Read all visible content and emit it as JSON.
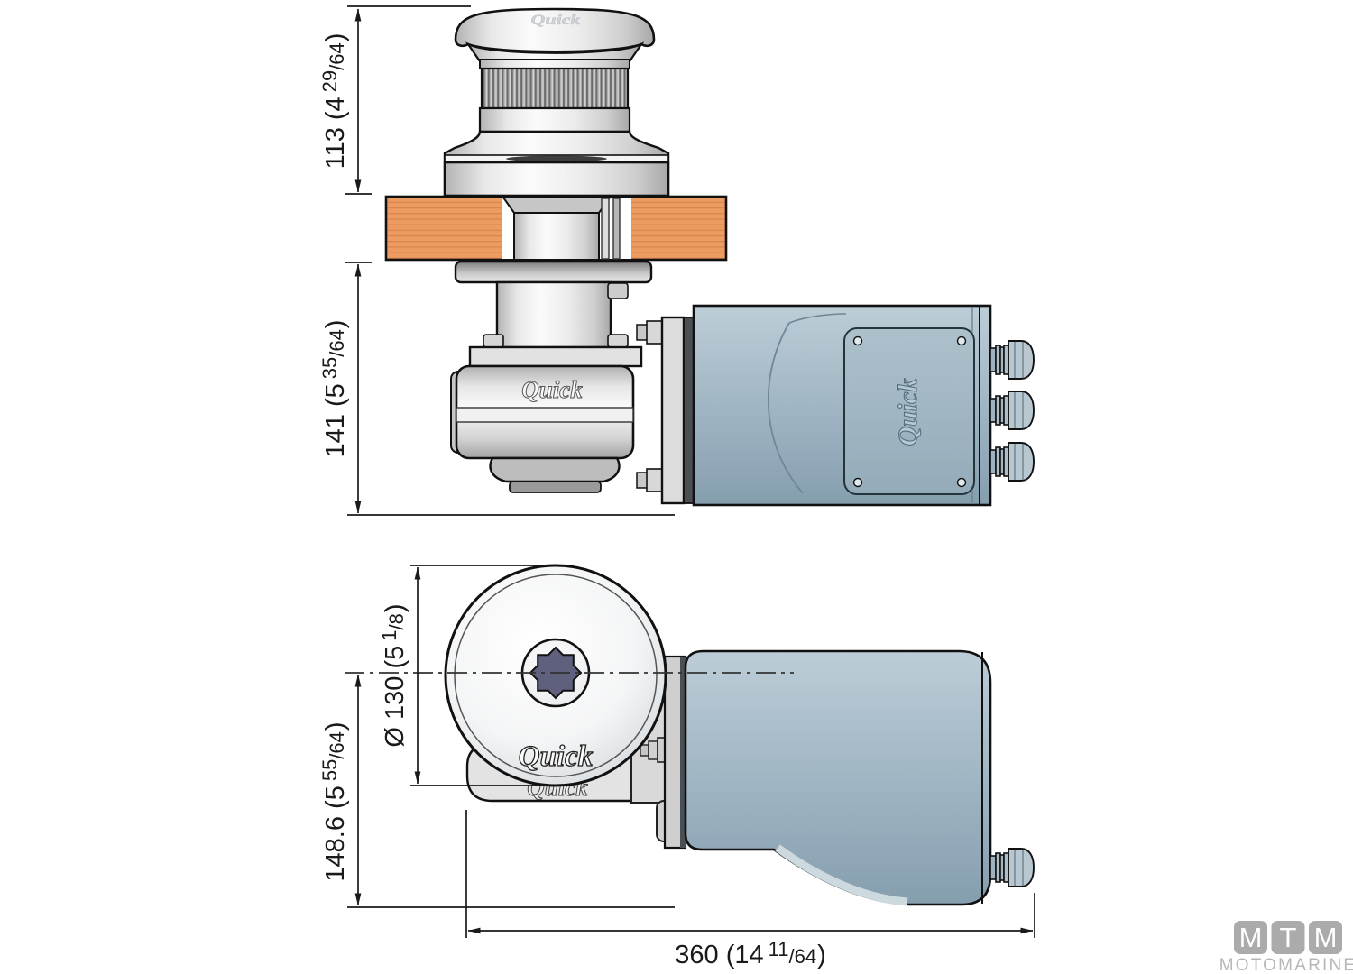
{
  "brand": {
    "name": "Quick"
  },
  "colors": {
    "deck_wood": "#ec9c60",
    "deck_grain": "#d5834c",
    "metal_light": "#ededed",
    "motor_blue": "#a9bdc9",
    "star_slate": "#5f5f7e",
    "logo_gray": "#ababab",
    "line": "#1a1a1a"
  },
  "dimensions": {
    "height_above_deck": {
      "pre": "113 (4",
      "num": "29",
      "post": "/64",
      "close": ")"
    },
    "depth_below_deck": {
      "pre": "141 (5",
      "num": "35",
      "post": "/64",
      "close": ")"
    },
    "drum_diameter": {
      "pre": "Ø 130 (5",
      "num": "1",
      "post": "/8",
      "close": ")"
    },
    "height_below_axis": {
      "pre": "148.6 (5",
      "num": "55",
      "post": "/64",
      "close": ")"
    },
    "overall_length": {
      "pre": "360 (14",
      "num": "11",
      "post": "/64",
      "close": ")"
    }
  },
  "watermark": {
    "letters": [
      "M",
      "T",
      "M"
    ],
    "name": "MOTOMARINE"
  }
}
